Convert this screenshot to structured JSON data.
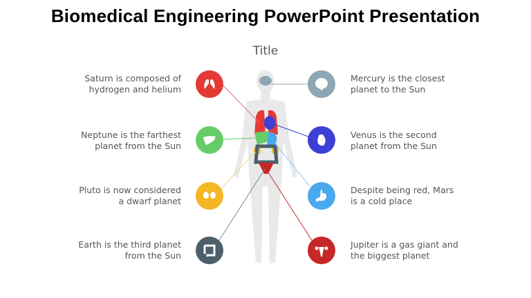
{
  "slide": {
    "title": "Biomedical Engineering PowerPoint Presentation",
    "subtitle": "Title"
  },
  "items_left": [
    {
      "line1": "Saturn is composed of",
      "line2": "hydrogen and helium",
      "icon": "lungs-icon",
      "color": "#e53935"
    },
    {
      "line1": "Neptune is the farthest",
      "line2": "planet from the Sun",
      "icon": "liver-icon",
      "color": "#66cc6a"
    },
    {
      "line1": "Pluto is now considered",
      "line2": "a dwarf planet",
      "icon": "kidneys-icon",
      "color": "#f5b625"
    },
    {
      "line1": "Earth is the third planet",
      "line2": "from the Sun",
      "icon": "intestine-icon",
      "color": "#4c5f6b"
    }
  ],
  "items_right": [
    {
      "line1": "Mercury is the closest",
      "line2": "planet to the Sun",
      "icon": "brain-icon",
      "color": "#8fa6b5"
    },
    {
      "line1": "Venus is the second",
      "line2": "planet from the Sun",
      "icon": "heart-icon",
      "color": "#3d3fd6"
    },
    {
      "line1": "Despite being red, Mars",
      "line2": "is a cold place",
      "icon": "stomach-icon",
      "color": "#4aa8ee"
    },
    {
      "line1": "Jupiter is a gas giant and",
      "line2": "the biggest planet",
      "icon": "uterus-icon",
      "color": "#c62828"
    }
  ]
}
